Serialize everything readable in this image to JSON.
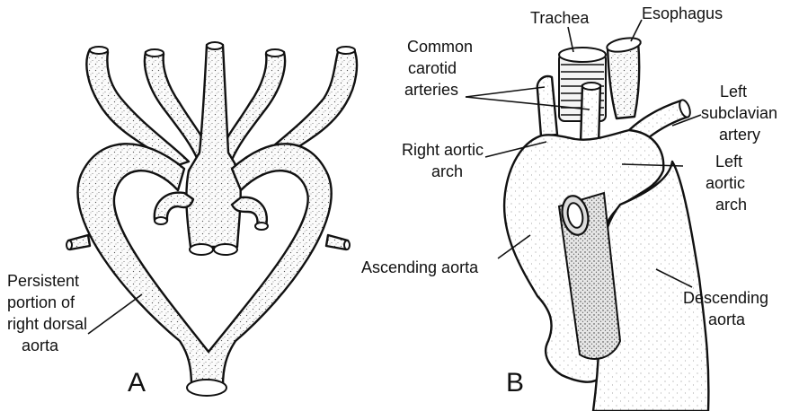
{
  "panels": {
    "a": "A",
    "b": "B"
  },
  "labels": {
    "persistent_1": "Persistent",
    "persistent_2": "portion of",
    "persistent_3": "right dorsal",
    "persistent_4": "aorta",
    "trachea": "Trachea",
    "esophagus": "Esophagus",
    "common_carotid_1": "Common",
    "common_carotid_2": "carotid",
    "common_carotid_3": "arteries",
    "left_subclavian_1": "Left",
    "left_subclavian_2": "subclavian",
    "left_subclavian_3": "artery",
    "right_aortic_arch_1": "Right aortic",
    "right_aortic_arch_2": "arch",
    "left_aortic_arch_1": "Left",
    "left_aortic_arch_2": "aortic",
    "left_aortic_arch_3": "arch",
    "ascending_aorta": "Ascending aorta",
    "descending_aorta_1": "Descending",
    "descending_aorta_2": "aorta"
  }
}
